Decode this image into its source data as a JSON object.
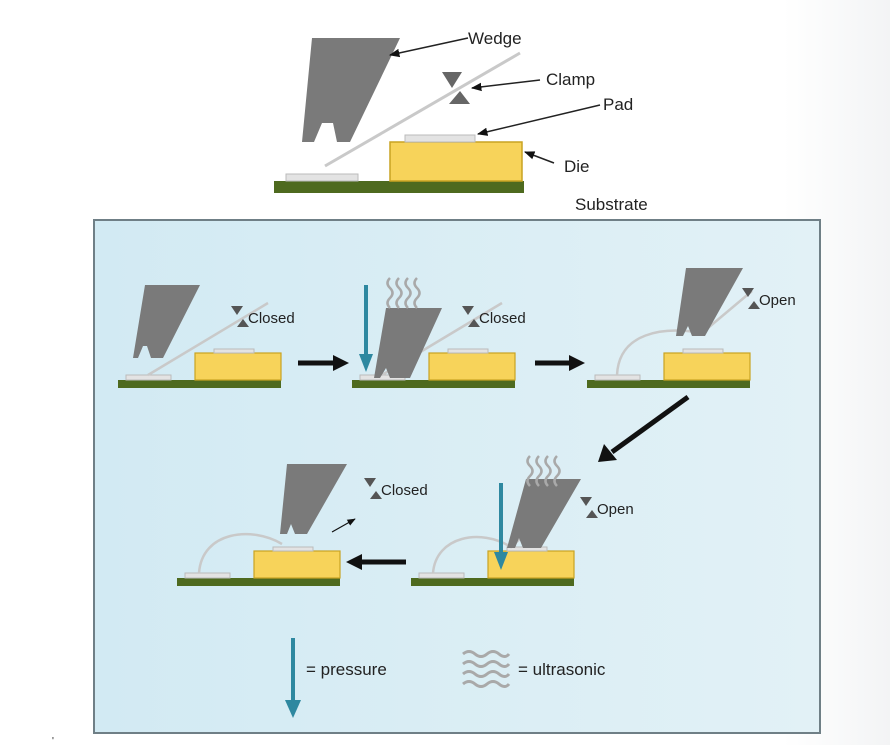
{
  "labels": {
    "wedge": "Wedge",
    "clamp": "Clamp",
    "pad": "Pad",
    "die": "Die",
    "substrate": "Substrate"
  },
  "steps": [
    {
      "clamp_label": "Closed"
    },
    {
      "clamp_label": "Closed"
    },
    {
      "clamp_label": "Open"
    },
    {
      "clamp_label": "Open"
    },
    {
      "clamp_label": "Closed"
    }
  ],
  "legend": {
    "pressure": "= pressure",
    "ultrasonic": "= ultrasonic"
  },
  "colors": {
    "panel_bg": "#d7edf5",
    "panel_border": "#6f7f86",
    "wedge": "#7a7a7a",
    "die": "#f7d35a",
    "die_border": "#c9a322",
    "substrate": "#4e6a1f",
    "pad": "#e3e3e3",
    "wire": "#c9c9c9",
    "pressure_arrow": "#2e88a0",
    "flow_arrow": "#111111",
    "ultrasonic": "#a9a9a9"
  }
}
